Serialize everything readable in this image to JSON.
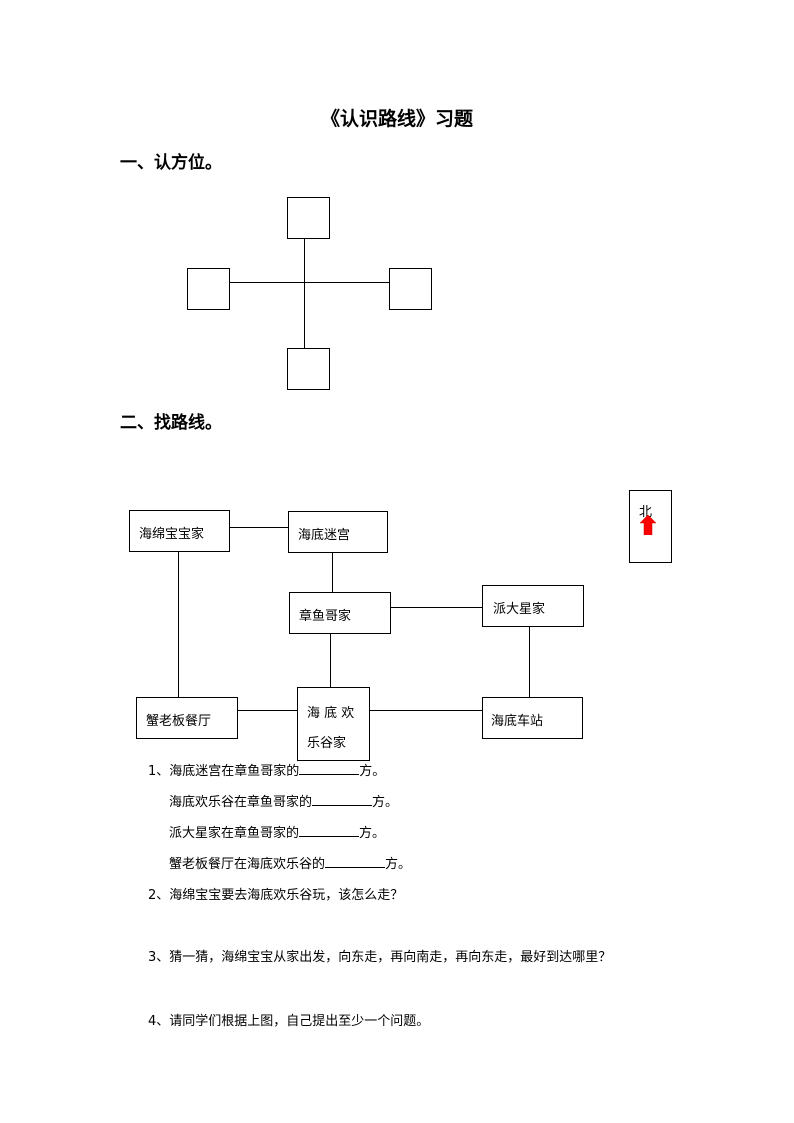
{
  "title": "《认识路线》习题",
  "section1": {
    "heading": "一、认方位。"
  },
  "section2": {
    "heading": "二、找路线。"
  },
  "map": {
    "places": {
      "spongebob_home": "海绵宝宝家",
      "maze": "海底迷宫",
      "squidward_home": "章鱼哥家",
      "patrick_home": "派大星家",
      "krusty_krab": "蟹老板餐厅",
      "amusement_line1": "海 底 欢",
      "amusement_line2": "乐谷家",
      "station": "海底车站"
    },
    "compass": {
      "label": "北",
      "arrow_color": "#ff0000"
    }
  },
  "questions": {
    "q1": {
      "a_prefix": "1、海底迷宫在章鱼哥家的",
      "b_prefix": "海底欢乐谷在章鱼哥家的",
      "c_prefix": "派大星家在章鱼哥家的",
      "d_prefix": "蟹老板餐厅在海底欢乐谷的",
      "suffix": "方。"
    },
    "q2": "2、海绵宝宝要去海底欢乐谷玩，该怎么走？",
    "q3": "3、猜一猜，海绵宝宝从家出发，向东走，再向南走，再向东走，最好到达哪里？",
    "q4": "4、请同学们根据上图，自己提出至少一个问题。"
  }
}
